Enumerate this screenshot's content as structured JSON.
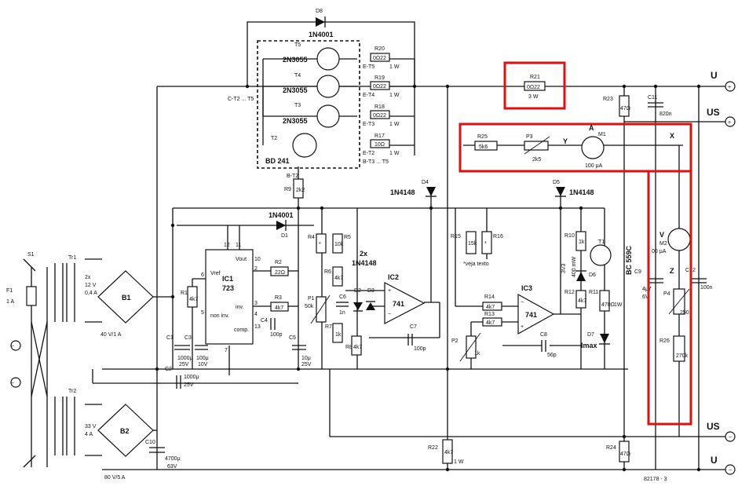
{
  "diagram": {
    "figure_number": "82178 - 3",
    "terminals": {
      "u_plus": "U",
      "us_plus": "US",
      "us_minus": "US",
      "u_minus": "U",
      "x": "X",
      "y": "Y",
      "z": "Z"
    },
    "transistors": {
      "t5": "2N3055",
      "t4": "2N3055",
      "t3": "2N3055",
      "t2": "BD 241",
      "t1": "BC 559C",
      "t5_label": "T5",
      "t4_label": "T4",
      "t3_label": "T3",
      "t2_label": "T2",
      "t1_label": "T1",
      "ct2_label": "C-T2 ... T5",
      "bt2_label": "B-T2",
      "et5": "E-T5",
      "et4": "E-T4",
      "et3": "E-T3",
      "et2": "E-T2",
      "bt3": "B-T3 ... T5"
    },
    "resistors": {
      "r20": "R20",
      "r20_val": "0Ω22",
      "r20_w": "1 W",
      "r19": "R19",
      "r19_val": "0Ω22",
      "r19_w": "1 W",
      "r18": "R18",
      "r18_val": "0Ω22",
      "r18_w": "1 W",
      "r17": "R17",
      "r17_val": "10Ω",
      "r17_w": "1 W",
      "r21": "R21",
      "r21_val": "0Ω22",
      "r21_w": "3 W",
      "r23": "R23",
      "r23_val": "47Ω",
      "r9": "R9",
      "r9_val": "2k2",
      "r25": "R25",
      "r25_val": "5k6",
      "p3": "P3",
      "p3_val": "2k5",
      "r2": "R2",
      "r2_val": "22Ω",
      "r3": "R3",
      "r3_val": "4k7",
      "r1": "R1",
      "r1_val": "4k7",
      "r4": "R4",
      "r4_val": "*",
      "r5": "R5",
      "r5_val": "10k",
      "r6": "R6",
      "r6_val": "4k7",
      "r7": "R7",
      "r7_val": "1k",
      "r8": "R8",
      "r8_val": "4k7",
      "p1": "P1",
      "p1_val": "50k",
      "r15": "R15",
      "r15_val": "15k",
      "r16": "R16",
      "r16_val": "*",
      "r14": "R14",
      "r14_val": "4k7",
      "r13": "R13",
      "r13_val": "4k7",
      "p2": "P2",
      "p2_val": "1k",
      "r10": "R10",
      "r10_val": "1k",
      "r11": "R11",
      "r11_val": "470Ω",
      "r11_w": "1W",
      "r12": "R12",
      "r12_val": "4k7",
      "r22": "R22",
      "r22_val": "4k7",
      "r22_w": "1 W",
      "r24": "R24",
      "r24_val": "47Ω",
      "p4": "P4",
      "p4_val": "250",
      "r26": "R26",
      "r26_val": "270k"
    },
    "diodes": {
      "d8": "D8",
      "d8_val": "1N4001",
      "d1": "D1",
      "d1_val": "1N4001",
      "d4": "D4",
      "d4_val": "1N4148",
      "d5": "D5",
      "d5_val": "1N4148",
      "d2d3": "2x",
      "d2d3_val": "1N4148",
      "d2": "D2",
      "d3": "D3",
      "d6": "D6",
      "d6_val": "3V3",
      "d6_w": "400 mW",
      "d7": "D7",
      "imax": "Imax"
    },
    "ics": {
      "ic1": "IC1",
      "ic1_type": "723",
      "ic2": "IC2",
      "ic2_type": "741",
      "ic3": "IC3",
      "ic3_type": "741",
      "vref": "Vref",
      "vout": "Vout",
      "non_inv": "non inv.",
      "inv": "inv.",
      "comp": "comp.",
      "pins": [
        "12",
        "11",
        "6",
        "10",
        "2",
        "3",
        "5",
        "13",
        "4",
        "7"
      ]
    },
    "capacitors": {
      "c1": "C1",
      "c1_val": "1000μ",
      "c1_v": "25V",
      "c2": "C2",
      "c2_val": "1000μ",
      "c2_v": "25V",
      "c3": "C3",
      "c3_val": "100μ",
      "c3_v": "10V",
      "c4": "C4",
      "c4_val": "100p",
      "c5": "C5",
      "c5_val": "10μ",
      "c5_v": "25V",
      "c6": "C6",
      "c6_val": "1n",
      "c7": "C7",
      "c7_val": "100p",
      "c8": "C8",
      "c8_val": "56p",
      "c9": "C9",
      "c9_val": "4μ7",
      "c9_v": "6V",
      "c10": "C10",
      "c10_val": "4700μ",
      "c10_v": "63V",
      "c11": "C11",
      "c11_val": "820n",
      "c12": "C12",
      "c12_val": "100n"
    },
    "meters": {
      "m1": "M1",
      "m1_range": "100 μA",
      "m1_sym": "A",
      "m2": "M2",
      "m2_range": "00 μA",
      "m2_sym": "V"
    },
    "supply": {
      "s1": "S1",
      "f1": "F1",
      "f1_val": "1 A",
      "tr1": "Tr1",
      "tr1_spec": [
        "2x",
        "12 V",
        "0,4 A"
      ],
      "tr2": "Tr2",
      "tr2_spec": [
        "33 V",
        "4 A"
      ],
      "b1": "B1",
      "b1_spec": "40 V/1 A",
      "b2": "B2",
      "b2_spec": "80 V/5 A"
    },
    "note": "*veja texto",
    "highlight_color": "#e01010"
  }
}
